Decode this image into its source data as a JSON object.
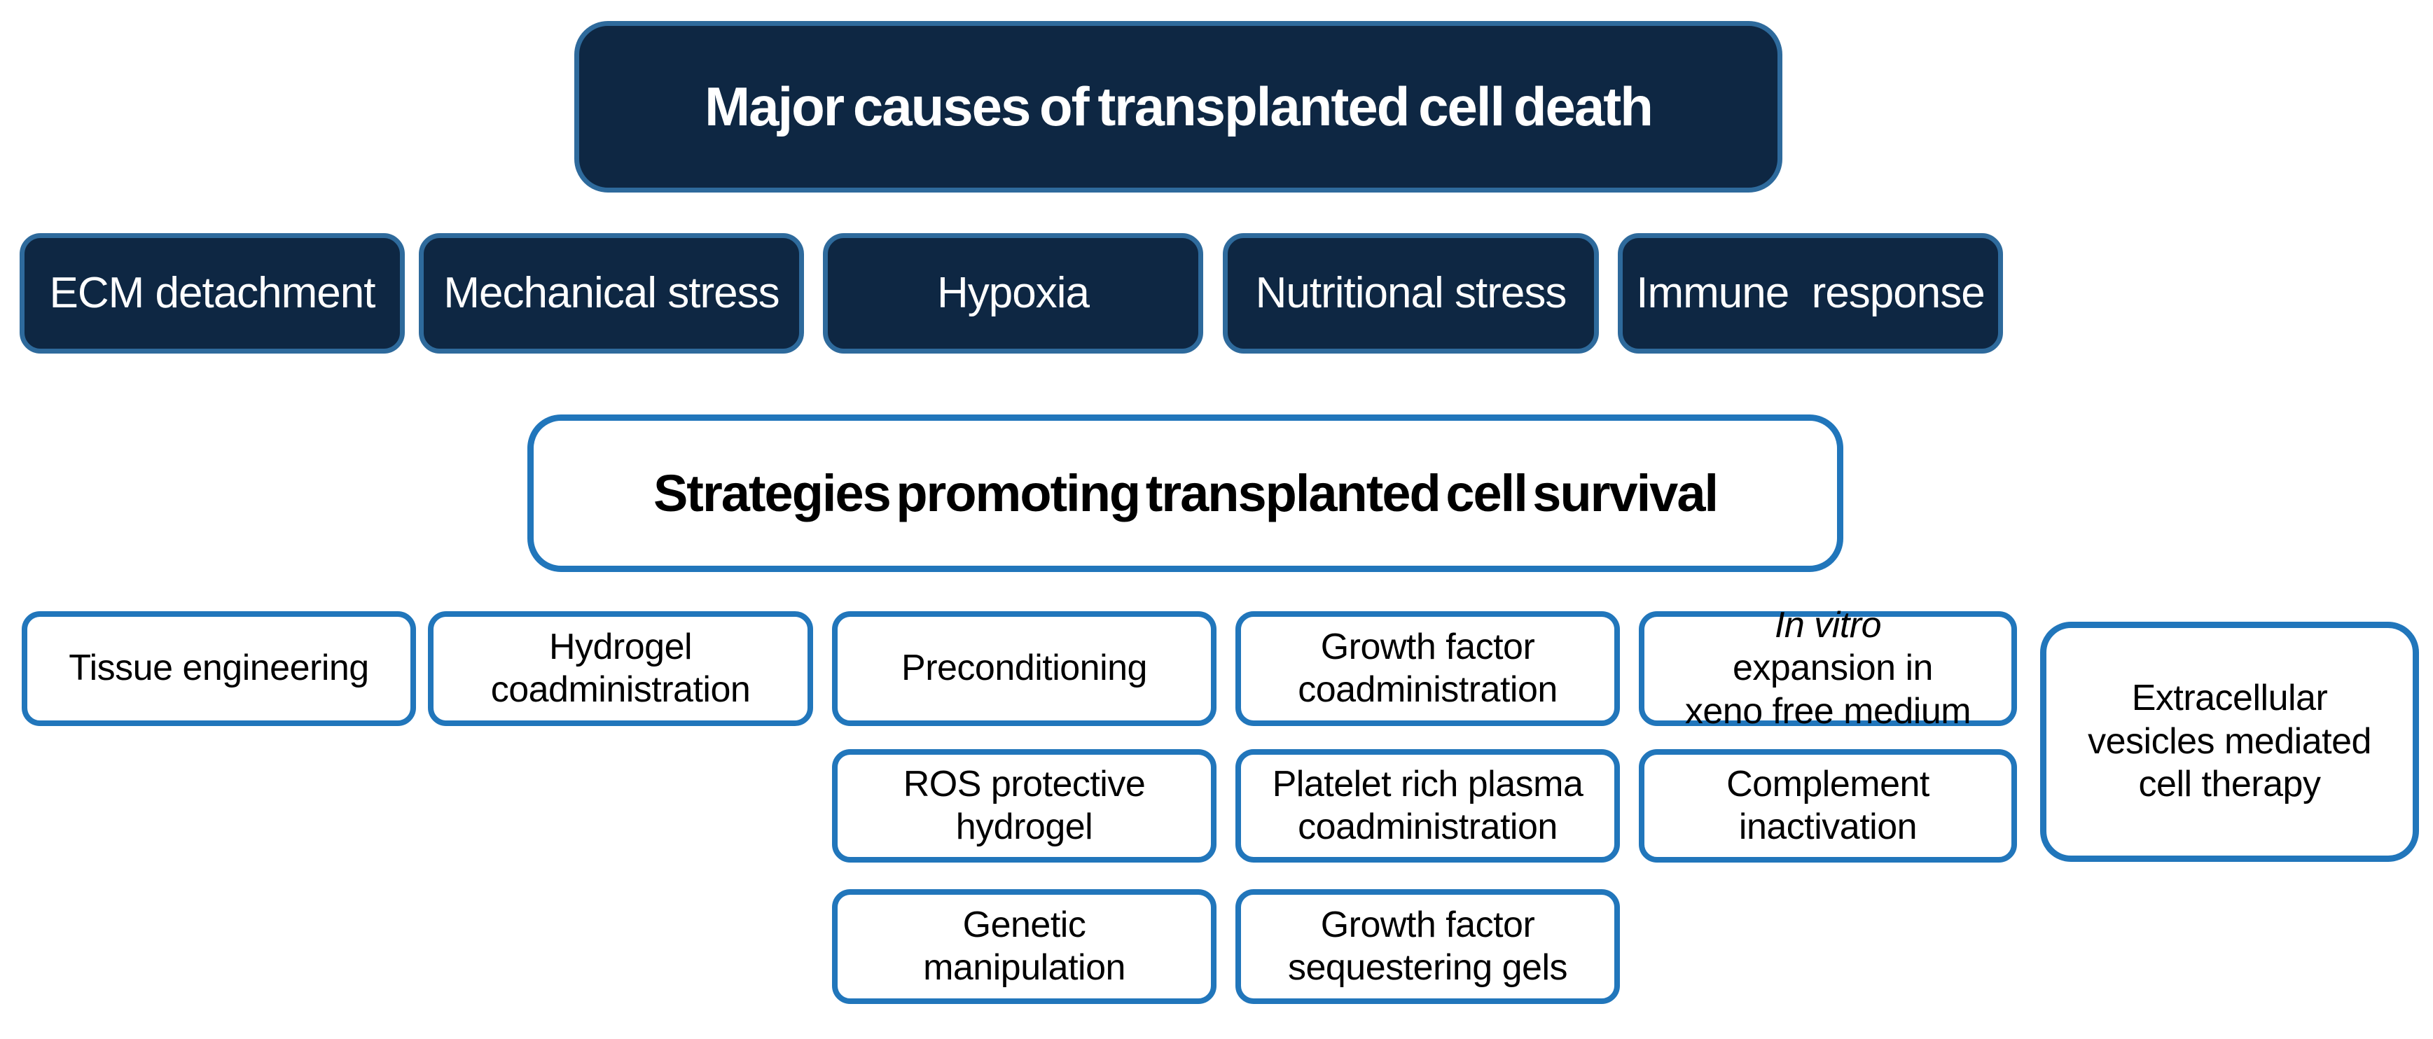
{
  "colors": {
    "dark_fill": "#0e2743",
    "dark_border": "#2e6a9c",
    "light_border": "#2176bb",
    "dark_text": "#ffffff",
    "light_text": "#000000",
    "background": "#ffffff"
  },
  "causes": {
    "header": "Major causes of transplanted cell death",
    "items": [
      {
        "label": "ECM detachment"
      },
      {
        "label": "Mechanical stress"
      },
      {
        "label": "Hypoxia"
      },
      {
        "label": "Nutritional stress"
      },
      {
        "label": "Immune  response"
      }
    ]
  },
  "strategies": {
    "header": "Strategies promoting transplanted cell survival",
    "items": [
      {
        "label": "Tissue engineering"
      },
      {
        "label": "Hydrogel\ncoadministration"
      },
      {
        "label": "Preconditioning"
      },
      {
        "label": "Growth factor\ncoadministration"
      },
      {
        "label_italic": "In vitro",
        "label_rest": " expansion in\nxeno free medium"
      },
      {
        "label": "Extracellular\nvesicles mediated\ncell therapy"
      },
      {
        "label": "ROS protective\nhydrogel"
      },
      {
        "label": "Platelet rich plasma\ncoadministration"
      },
      {
        "label": "Complement\ninactivation"
      },
      {
        "label": "Genetic\nmanipulation"
      },
      {
        "label": "Growth factor\nsequestering gels"
      }
    ]
  }
}
